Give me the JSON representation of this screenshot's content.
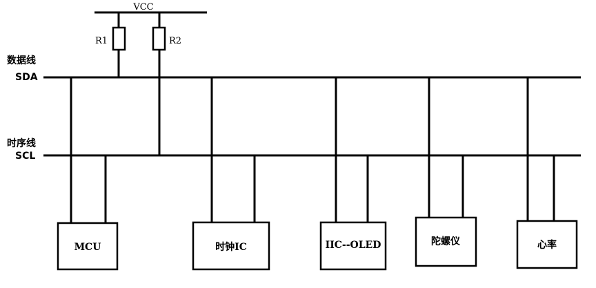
{
  "power": {
    "label": "VCC"
  },
  "resistors": [
    {
      "label": "R1"
    },
    {
      "label": "R2"
    }
  ],
  "buses": {
    "sda_cn": "数据线",
    "sda": "SDA",
    "scl_cn": "时序线",
    "scl": "SCL"
  },
  "devices": [
    {
      "label": "MCU"
    },
    {
      "label": "时钟IC"
    },
    {
      "label": "IIC--OLED"
    },
    {
      "label": "陀螺仪"
    },
    {
      "label": "心率"
    }
  ]
}
